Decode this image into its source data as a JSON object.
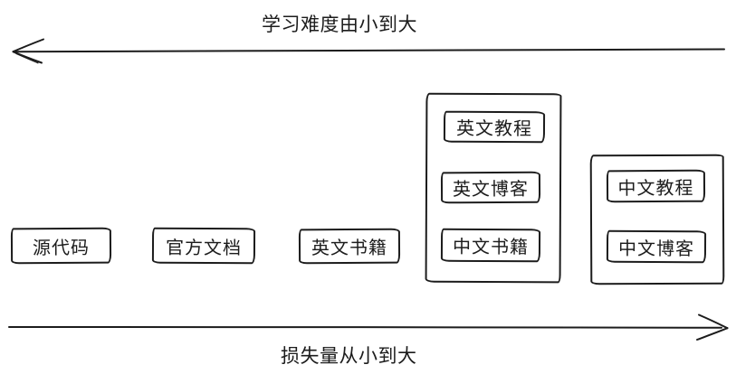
{
  "diagram": {
    "top_axis": {
      "label": "学习难度由小到大",
      "direction": "left"
    },
    "bottom_axis": {
      "label": "损失量从小到大",
      "direction": "right"
    },
    "nodes": [
      {
        "label": "源代码"
      },
      {
        "label": "官方文档"
      },
      {
        "label": "英文书籍"
      }
    ],
    "groups": [
      {
        "items": [
          {
            "label": "英文教程"
          },
          {
            "label": "英文博客"
          },
          {
            "label": "中文书籍"
          }
        ]
      },
      {
        "items": [
          {
            "label": "中文教程"
          },
          {
            "label": "中文博客"
          }
        ]
      }
    ],
    "colors": {
      "stroke": "#1c1c1c",
      "text": "#1c1c1c",
      "background": "#ffffff"
    }
  }
}
